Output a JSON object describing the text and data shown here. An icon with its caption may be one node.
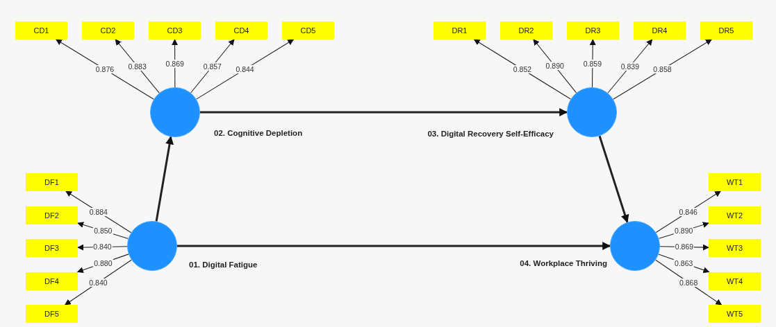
{
  "diagram": {
    "nodes": [
      {
        "text": [
          "CD1"
        ]
      },
      {
        "text": [
          "CD2"
        ]
      },
      {
        "text": [
          "CD3"
        ]
      },
      {
        "text": [
          "CD4"
        ]
      },
      {
        "text": [
          "CD5"
        ]
      },
      {
        "text": [
          "DR1"
        ]
      },
      {
        "text": [
          "DR2"
        ]
      },
      {
        "text": [
          "DR3"
        ]
      },
      {
        "text": [
          "DR4"
        ]
      },
      {
        "text": [
          "DR5"
        ]
      },
      {
        "text": [],
        "shape": "circle",
        "beside": [
          "02. Cognitive Depletion"
        ]
      },
      {
        "text": [],
        "shape": "circle",
        "beside": [
          "03. Digital Recovery Self-Efficacy"
        ]
      },
      {
        "text": [
          "DF1"
        ]
      },
      {
        "text": [
          "DF2"
        ]
      },
      {
        "text": [
          "DF3"
        ]
      },
      {
        "text": [
          "DF4"
        ]
      },
      {
        "text": [
          "DF5"
        ]
      },
      {
        "text": [],
        "shape": "circle",
        "beside": [
          "01. Digital Fatigue"
        ]
      },
      {
        "text": [],
        "shape": "circle",
        "beside": [
          "04. Workplace Thriving"
        ]
      },
      {
        "text": [
          "WT1"
        ]
      },
      {
        "text": [
          "WT2"
        ]
      },
      {
        "text": [
          "WT3"
        ]
      },
      {
        "text": [
          "WT4"
        ]
      },
      {
        "text": [
          "WT5"
        ]
      }
    ],
    "edges": [
      {
        "from": 10,
        "to": 0,
        "arrow": "to",
        "label": "0.876"
      },
      {
        "from": 10,
        "to": 1,
        "arrow": "to",
        "label": "0.883"
      },
      {
        "from": 10,
        "to": 2,
        "arrow": "to",
        "label": "0.869"
      },
      {
        "from": 10,
        "to": 3,
        "arrow": "to",
        "label": "0.857"
      },
      {
        "from": 10,
        "to": 4,
        "arrow": "to",
        "label": "0.844"
      },
      {
        "from": 11,
        "to": 5,
        "arrow": "to",
        "label": "0.852"
      },
      {
        "from": 11,
        "to": 6,
        "arrow": "to",
        "label": "0.890"
      },
      {
        "from": 11,
        "to": 7,
        "arrow": "to",
        "label": "0.859"
      },
      {
        "from": 11,
        "to": 8,
        "arrow": "to",
        "label": "0.839"
      },
      {
        "from": 11,
        "to": 9,
        "arrow": "to",
        "label": "0.858"
      },
      {
        "from": 17,
        "to": 12,
        "arrow": "to",
        "label": "0.884"
      },
      {
        "from": 17,
        "to": 13,
        "arrow": "to",
        "label": "0.850"
      },
      {
        "from": 17,
        "to": 14,
        "arrow": "to",
        "label": "0.840"
      },
      {
        "from": 17,
        "to": 15,
        "arrow": "to",
        "label": "0.880"
      },
      {
        "from": 17,
        "to": 16,
        "arrow": "to",
        "label": "0.840"
      },
      {
        "from": 18,
        "to": 19,
        "arrow": "to",
        "label": "0.846"
      },
      {
        "from": 18,
        "to": 20,
        "arrow": "to",
        "label": "0.890"
      },
      {
        "from": 18,
        "to": 21,
        "arrow": "to",
        "label": "0.869"
      },
      {
        "from": 18,
        "to": 22,
        "arrow": "to",
        "label": "0.863"
      },
      {
        "from": 18,
        "to": 23,
        "arrow": "to",
        "label": "0.868"
      },
      {
        "from": 17,
        "to": 10,
        "arrow": "to",
        "style": "thick"
      },
      {
        "from": 10,
        "to": 11,
        "arrow": "to",
        "style": "thick"
      },
      {
        "from": 17,
        "to": 18,
        "arrow": "to",
        "style": "thick"
      },
      {
        "from": 11,
        "to": 18,
        "arrow": "to",
        "style": "thick"
      }
    ]
  }
}
